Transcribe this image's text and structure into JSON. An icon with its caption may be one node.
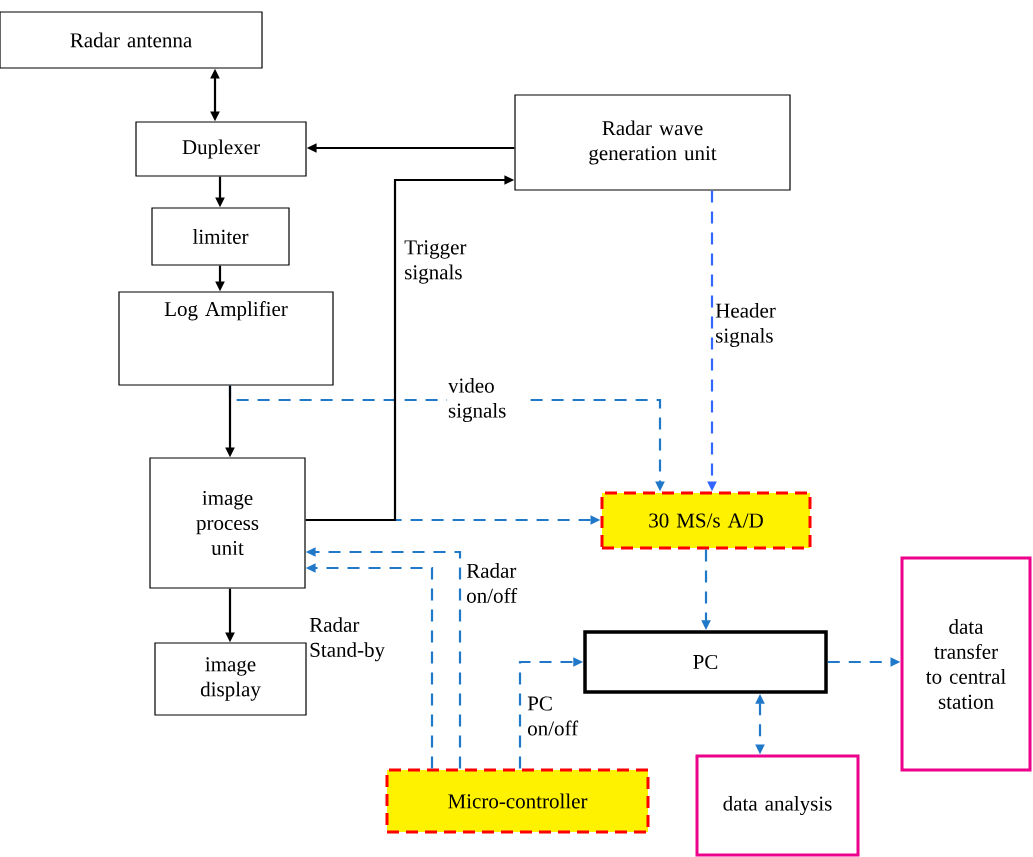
{
  "diagram": {
    "nodes": [
      {
        "text": [
          "Radar antenna"
        ]
      },
      {
        "text": [
          "Duplexer"
        ]
      },
      {
        "text": [
          "limiter"
        ]
      },
      {
        "text": [
          "Log Amplifier"
        ]
      },
      {
        "text": [
          "Radar wave generation unit"
        ]
      },
      {
        "text": [
          "image process unit"
        ]
      },
      {
        "text": [
          "image display"
        ]
      },
      {
        "text": [
          "30 MS/s A/D"
        ]
      },
      {
        "text": [
          "PC"
        ]
      },
      {
        "text": [
          "Micro-controller"
        ]
      },
      {
        "text": [
          "data transfer to central station"
        ]
      },
      {
        "text": [
          "data analysis"
        ]
      }
    ],
    "edges": [
      {
        "from": 0,
        "to": 1,
        "arrow": "both",
        "color": "#000000"
      },
      {
        "from": 1,
        "to": 2,
        "arrow": "to",
        "color": "#000000"
      },
      {
        "from": 2,
        "to": 3,
        "arrow": "to",
        "color": "#000000"
      },
      {
        "from": 4,
        "to": 1,
        "arrow": "to",
        "color": "#000000"
      },
      {
        "from": 3,
        "to": 7,
        "arrow": "to",
        "label": "video signals",
        "style": "dashed",
        "color": "#1f78c8"
      },
      {
        "from": 3,
        "to": 5,
        "arrow": "to",
        "color": "#000000"
      },
      {
        "from": 5,
        "to": 7,
        "arrow": "to",
        "style": "dashed",
        "color": "#1f78c8"
      },
      {
        "from": 5,
        "to": 4,
        "arrow": "to",
        "label": "Trigger signals",
        "color": "#000000"
      },
      {
        "from": 4,
        "to": 7,
        "arrow": "to",
        "label": "Header signals",
        "style": "dashed",
        "color": "#3366ff"
      },
      {
        "from": 5,
        "to": 6,
        "arrow": "to",
        "color": "#000000"
      },
      {
        "from": 7,
        "to": 8,
        "arrow": "to",
        "style": "dashed",
        "color": "#1f78c8"
      },
      {
        "from": 9,
        "to": 5,
        "arrow": "to",
        "label": "Radar Stand-by",
        "style": "dashed",
        "color": "#1f78c8"
      },
      {
        "from": 9,
        "to": 5,
        "arrow": "to",
        "label": "Radar on/off",
        "style": "dashed",
        "color": "#1f78c8"
      },
      {
        "from": 9,
        "to": 8,
        "arrow": "to",
        "label": "PC on/off",
        "style": "dashed",
        "color": "#1f78c8"
      },
      {
        "from": 8,
        "to": 10,
        "arrow": "to",
        "style": "dashed",
        "color": "#1f78c8"
      },
      {
        "from": 8,
        "to": 11,
        "arrow": "both",
        "style": "dashed",
        "color": "#1f78c8"
      }
    ]
  }
}
